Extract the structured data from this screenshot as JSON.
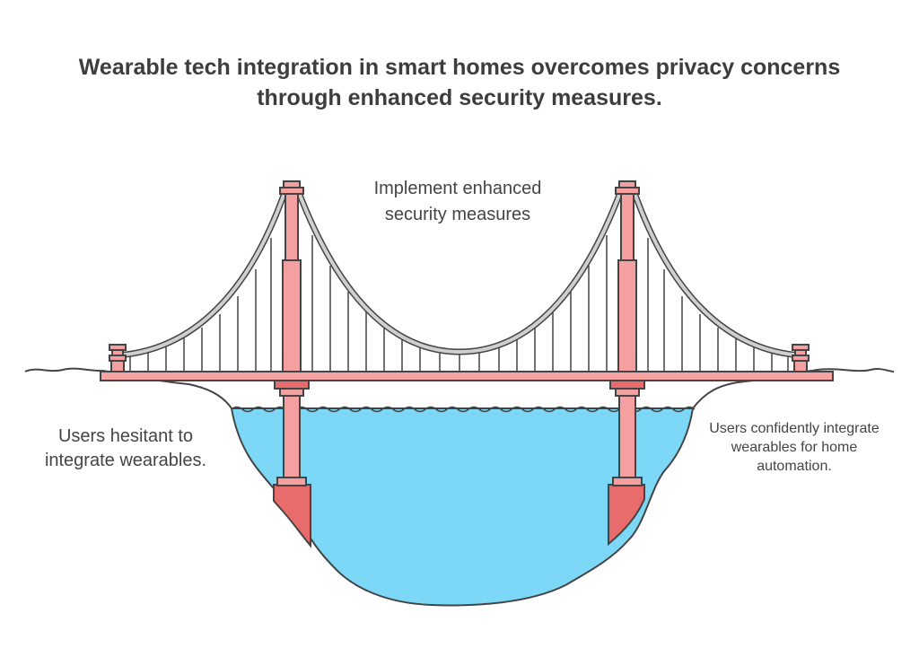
{
  "title": {
    "line1": "Wearable tech integration in smart homes overcomes privacy concerns",
    "line2": "through enhanced security measures."
  },
  "labels": {
    "center": {
      "line1": "Implement enhanced",
      "line2": "security measures"
    },
    "left": {
      "line1": "Users hesitant to",
      "line2": "integrate wearables."
    },
    "right": {
      "line1": "Users confidently integrate",
      "line2": "wearables for home",
      "line3": "automation."
    }
  },
  "colors": {
    "tower": "#f4a0a0",
    "tower_dark": "#e86c6c",
    "outline": "#444444",
    "cable": "#cfcfcf",
    "water": "#7dd8f7",
    "deck": "#f7a3a3"
  }
}
